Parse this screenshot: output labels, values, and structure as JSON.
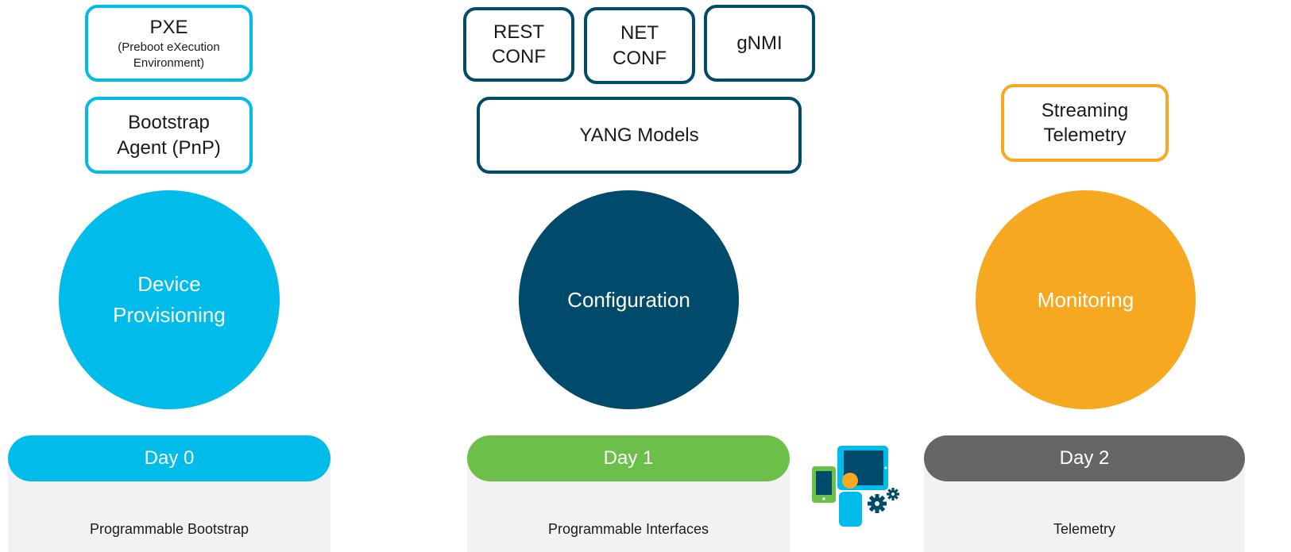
{
  "colors": {
    "day0": "#00bceb",
    "day1": "#6cc04a",
    "day2": "#666666",
    "configuration": "#004b6b",
    "monitoring": "#f6a821"
  },
  "day0": {
    "pxe_title": "PXE",
    "pxe_line1": "(Preboot eXecution",
    "pxe_line2": "Environment)",
    "bootstrap_line1": "Bootstrap",
    "bootstrap_line2": "Agent (PnP)",
    "circle_line1": "Device",
    "circle_line2": "Provisioning",
    "pill": "Day 0",
    "footer": "Programmable Bootstrap"
  },
  "day1": {
    "restconf_line1": "REST",
    "restconf_line2": "CONF",
    "netconf_line1": "NET",
    "netconf_line2": "CONF",
    "gnmi": "gNMI",
    "yang": "YANG Models",
    "circle": "Configuration",
    "pill": "Day 1",
    "footer": "Programmable Interfaces"
  },
  "day2": {
    "telemetry_line1": "Streaming",
    "telemetry_line2": "Telemetry",
    "circle": "Monitoring",
    "pill": "Day 2",
    "footer": "Telemetry"
  },
  "icons": [
    "devices-person-gears-icon"
  ]
}
